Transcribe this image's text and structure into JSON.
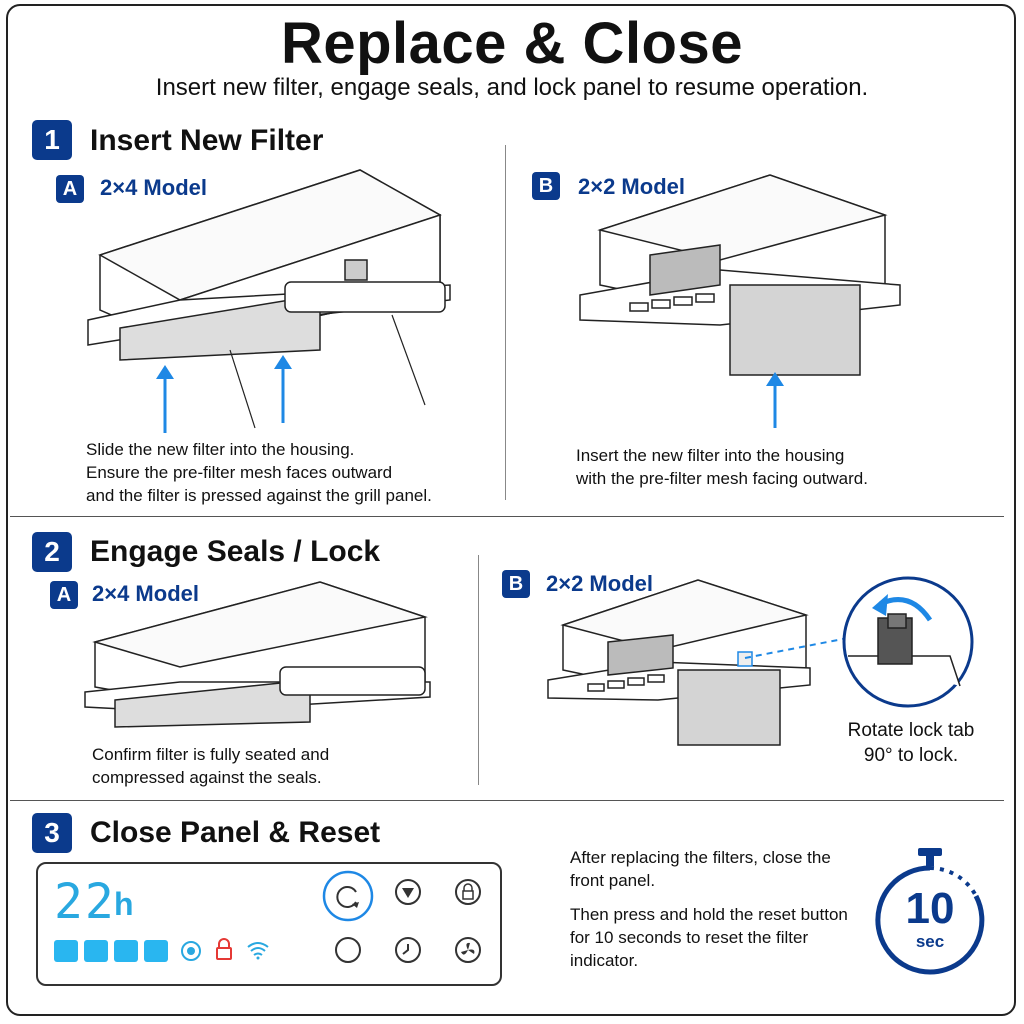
{
  "header": {
    "title": "Replace & Close",
    "subtitle": "Insert new filter, engage seals, and lock panel to resume operation."
  },
  "step1": {
    "number": "1",
    "title": "Insert New Filter",
    "a": {
      "badge": "A",
      "label": "2×4 Model",
      "caption": [
        "Slide the new filter into the housing.",
        "Ensure the pre-filter mesh faces outward",
        "and the filter is pressed against the grill panel."
      ]
    },
    "b": {
      "badge": "B",
      "label": "2×2 Model",
      "caption": [
        "Insert the new filter into the housing",
        "with the pre-filter mesh facing outward."
      ]
    }
  },
  "step2": {
    "number": "2",
    "title": "Engage Seals / Lock",
    "a": {
      "badge": "A",
      "label": "2×4 Model",
      "caption": [
        "Confirm filter is fully seated and",
        "compressed against the seals."
      ]
    },
    "b": {
      "badge": "B",
      "label": "2×2 Model",
      "caption": [
        "Rotate lock tab",
        "90° to lock."
      ]
    }
  },
  "step3": {
    "number": "3",
    "title": "Close Panel & Reset",
    "display": {
      "digits": "22",
      "unit": "h"
    },
    "caption1": [
      "After replacing the filters, close the",
      "front panel."
    ],
    "caption2": [
      "Then press and hold the reset button",
      "for 10 seconds to reset the filter",
      "indicator."
    ],
    "timer": {
      "value": "10",
      "unit": "sec"
    }
  },
  "colors": {
    "accent": "#0b3a8c",
    "arrow": "#1e88e5",
    "display": "#29a8e0",
    "lock": "#e53935"
  },
  "icons": [
    "reset-icon",
    "filter-icon",
    "lock-icon",
    "moon-icon",
    "clock-icon",
    "fan-icon",
    "wifi-icon",
    "stopwatch-icon"
  ]
}
